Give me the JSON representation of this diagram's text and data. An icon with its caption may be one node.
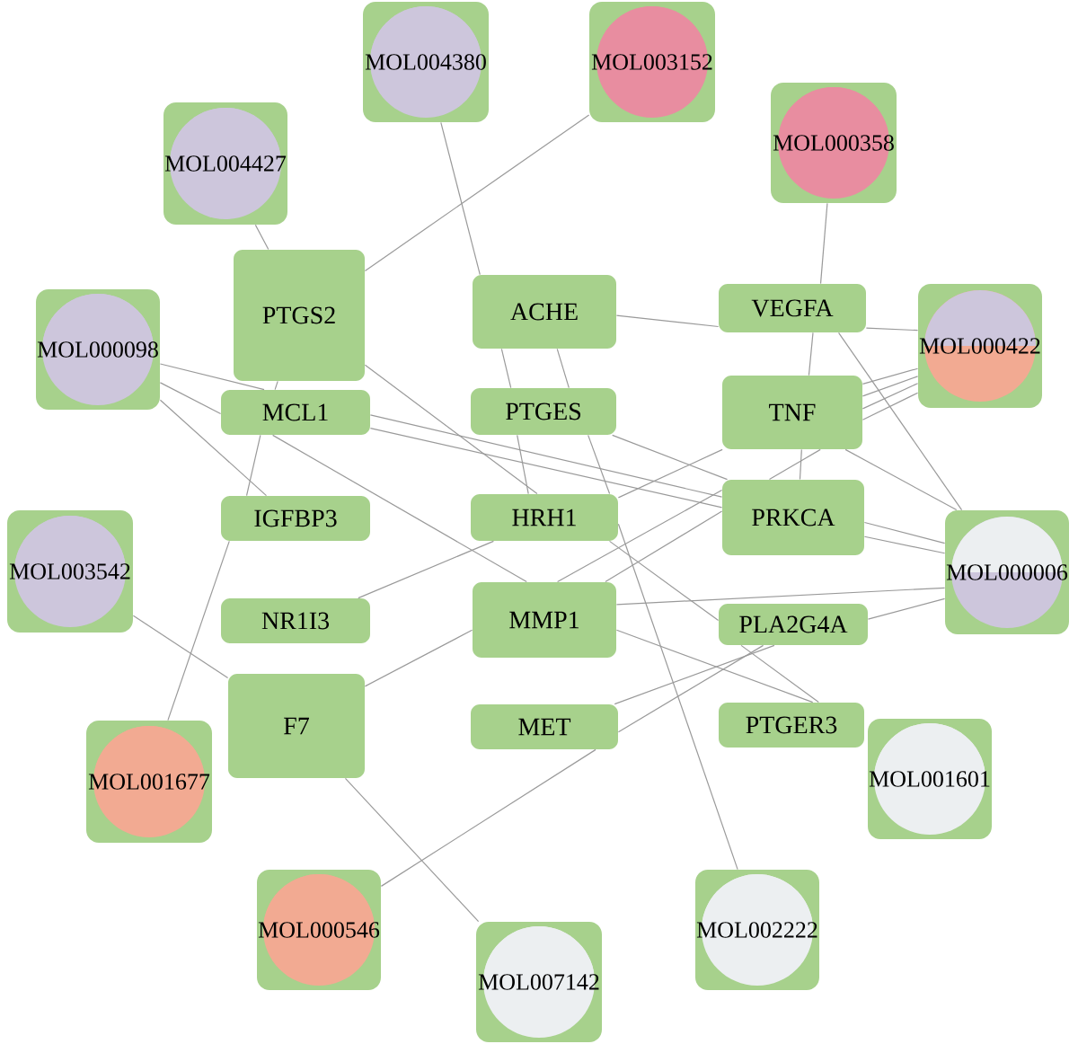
{
  "diagram": {
    "nodes": [
      {
        "text": [
          "MOL004380"
        ]
      },
      {
        "text": [
          "MOL003152"
        ]
      },
      {
        "text": [
          "MOL000358"
        ]
      },
      {
        "text": [
          "MOL004427"
        ]
      },
      {
        "text": [
          "PTGS2"
        ]
      },
      {
        "text": [
          "ACHE"
        ]
      },
      {
        "text": [
          "VEGFA"
        ]
      },
      {
        "text": [
          "MOL000422"
        ]
      },
      {
        "text": [
          "MOL000098"
        ]
      },
      {
        "text": [
          "MCL1"
        ]
      },
      {
        "text": [
          "PTGES"
        ]
      },
      {
        "text": [
          "TNF"
        ]
      },
      {
        "text": [
          "IGFBP3"
        ]
      },
      {
        "text": [
          "HRH1"
        ]
      },
      {
        "text": [
          "PRKCA"
        ]
      },
      {
        "text": [
          "MOL003542"
        ]
      },
      {
        "text": [
          "MOL000006"
        ]
      },
      {
        "text": [
          "NR1I3"
        ]
      },
      {
        "text": [
          "MMP1"
        ]
      },
      {
        "text": [
          "PLA2G4A"
        ]
      },
      {
        "text": [
          "F7"
        ]
      },
      {
        "text": [
          "MET"
        ]
      },
      {
        "text": [
          "PTGER3"
        ]
      },
      {
        "text": [
          "MOL001677"
        ]
      },
      {
        "text": [
          "MOL001601"
        ]
      },
      {
        "text": [
          "MOL000546"
        ]
      },
      {
        "text": [
          "MOL002222"
        ]
      },
      {
        "text": [
          "MOL007142"
        ]
      }
    ],
    "edges": [
      {
        "from": 0,
        "to": 5,
        "arrow": "none"
      },
      {
        "from": 1,
        "to": 4,
        "arrow": "none"
      },
      {
        "from": 3,
        "to": 4,
        "arrow": "none"
      },
      {
        "from": 2,
        "to": 6,
        "arrow": "none"
      },
      {
        "from": 5,
        "to": 6,
        "arrow": "none"
      },
      {
        "from": 6,
        "to": 7,
        "arrow": "none"
      },
      {
        "from": 6,
        "to": 11,
        "arrow": "none"
      },
      {
        "from": 6,
        "to": 16,
        "arrow": "none"
      },
      {
        "from": 7,
        "to": 11,
        "arrow": "none"
      },
      {
        "from": 7,
        "to": 11,
        "arrow": "none"
      },
      {
        "from": 7,
        "to": 11,
        "arrow": "none"
      },
      {
        "from": 7,
        "to": 11,
        "arrow": "none"
      },
      {
        "from": 11,
        "to": 16,
        "arrow": "none"
      },
      {
        "from": 11,
        "to": 14,
        "arrow": "none"
      },
      {
        "from": 11,
        "to": 14,
        "arrow": "none"
      },
      {
        "from": 11,
        "to": 13,
        "arrow": "none"
      },
      {
        "from": 8,
        "to": 9,
        "arrow": "none"
      },
      {
        "from": 8,
        "to": 9,
        "arrow": "none"
      },
      {
        "from": 8,
        "to": 12,
        "arrow": "none"
      },
      {
        "from": 9,
        "to": 14,
        "arrow": "none"
      },
      {
        "from": 9,
        "to": 14,
        "arrow": "none"
      },
      {
        "from": 9,
        "to": 18,
        "arrow": "none"
      },
      {
        "from": 9,
        "to": 12,
        "arrow": "none"
      },
      {
        "from": 12,
        "to": 23,
        "arrow": "none"
      },
      {
        "from": 10,
        "to": 14,
        "arrow": "none"
      },
      {
        "from": 5,
        "to": 10,
        "arrow": "none"
      },
      {
        "from": 5,
        "to": 10,
        "arrow": "none"
      },
      {
        "from": 10,
        "to": 13,
        "arrow": "none"
      },
      {
        "from": 10,
        "to": 13,
        "arrow": "none"
      },
      {
        "from": 13,
        "to": 26,
        "arrow": "none"
      },
      {
        "from": 4,
        "to": 13,
        "arrow": "none"
      },
      {
        "from": 13,
        "to": 19,
        "arrow": "none"
      },
      {
        "from": 19,
        "to": 22,
        "arrow": "none"
      },
      {
        "from": 13,
        "to": 17,
        "arrow": "none"
      },
      {
        "from": 14,
        "to": 18,
        "arrow": "none"
      },
      {
        "from": 14,
        "to": 18,
        "arrow": "none"
      },
      {
        "from": 18,
        "to": 20,
        "arrow": "none"
      },
      {
        "from": 14,
        "to": 16,
        "arrow": "none"
      },
      {
        "from": 14,
        "to": 16,
        "arrow": "none"
      },
      {
        "from": 18,
        "to": 16,
        "arrow": "none"
      },
      {
        "from": 19,
        "to": 16,
        "arrow": "none"
      },
      {
        "from": 19,
        "to": 21,
        "arrow": "none"
      },
      {
        "from": 19,
        "to": 21,
        "arrow": "none"
      },
      {
        "from": 21,
        "to": 25,
        "arrow": "none"
      },
      {
        "from": 18,
        "to": 22,
        "arrow": "none"
      },
      {
        "from": 15,
        "to": 20,
        "arrow": "none"
      },
      {
        "from": 20,
        "to": 27,
        "arrow": "none"
      },
      {
        "from": 4,
        "to": 9,
        "arrow": "none"
      }
    ]
  }
}
